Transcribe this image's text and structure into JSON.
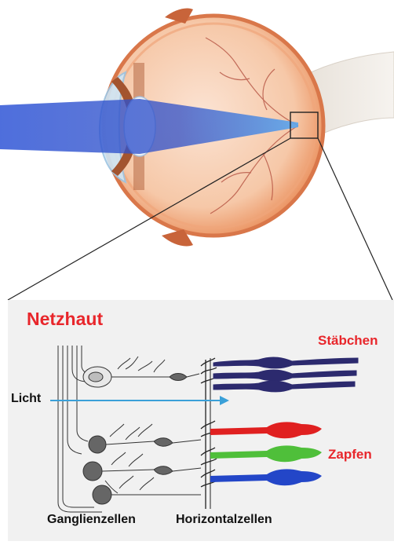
{
  "diagram": {
    "title": "Netzhaut",
    "labels": {
      "rods": "Stäbchen",
      "light": "Licht",
      "cones": "Zapfen",
      "ganglion_cells": "Ganglienzellen",
      "horizontal_cells": "Horizontalzellen"
    },
    "colors": {
      "title": "#e8262b",
      "label_red": "#e8262b",
      "rods": "#2c2a6e",
      "cone_red": "#e02020",
      "cone_green": "#4fbf3a",
      "cone_blue": "#2346c8",
      "light_arrow": "#3aa0d8",
      "panel_bg": "#f1f1f1",
      "eye_orange": "#e98a55",
      "light_beam": "#2f55d6"
    }
  }
}
